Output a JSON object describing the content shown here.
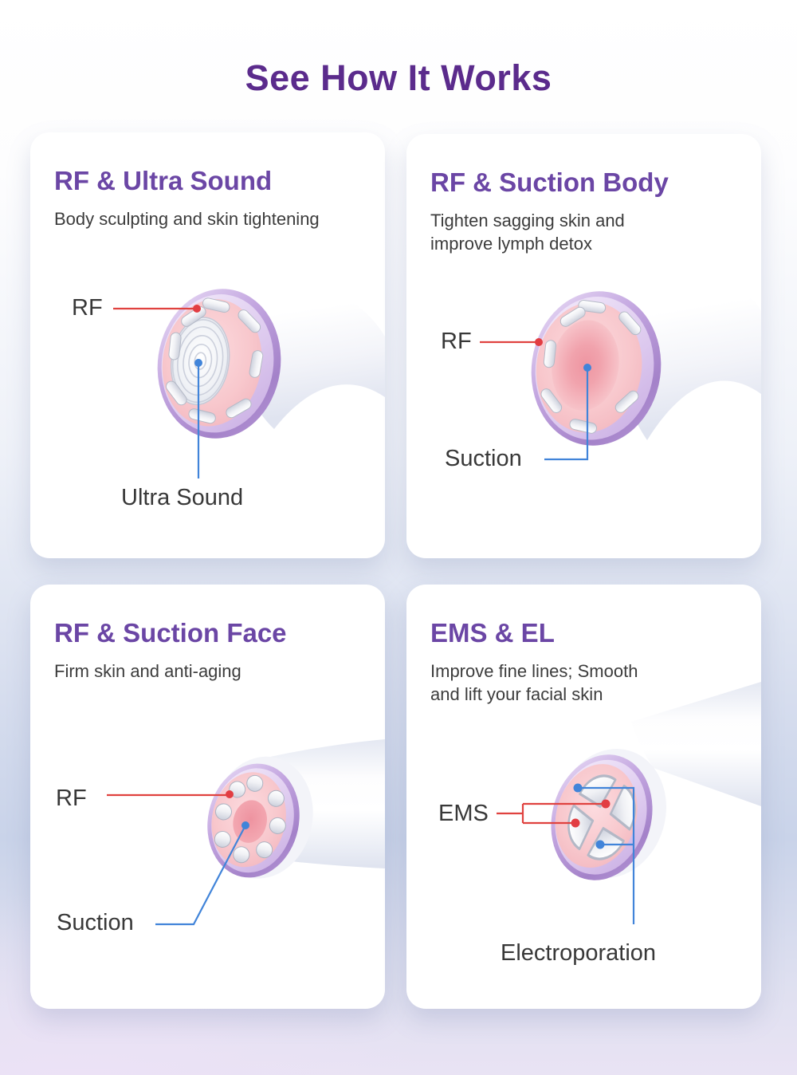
{
  "page": {
    "title": "See How It Works"
  },
  "colors": {
    "heading_purple": "#5b2b8c",
    "card_title_purple": "#6b46a5",
    "callout_red": "#e0423f",
    "callout_blue": "#4184d9",
    "device_rim_lavender": "#b89ad8",
    "device_face_pink": "#f7c5cb"
  },
  "cards": [
    {
      "title": "RF & Ultra Sound",
      "description": "Body sculpting and skin tightening",
      "labels": {
        "red": "RF",
        "blue": "Ultra Sound"
      }
    },
    {
      "title": "RF & Suction Body",
      "description": "Tighten sagging skin and\nimprove lymph detox",
      "labels": {
        "red": "RF",
        "blue": "Suction"
      }
    },
    {
      "title": "RF & Suction Face",
      "description": "Firm skin and anti-aging",
      "labels": {
        "red": "RF",
        "blue": "Suction"
      }
    },
    {
      "title": "EMS & EL",
      "description": "Improve fine lines; Smooth\nand lift your facial skin",
      "labels": {
        "red": "EMS",
        "blue": "Electroporation"
      }
    }
  ]
}
